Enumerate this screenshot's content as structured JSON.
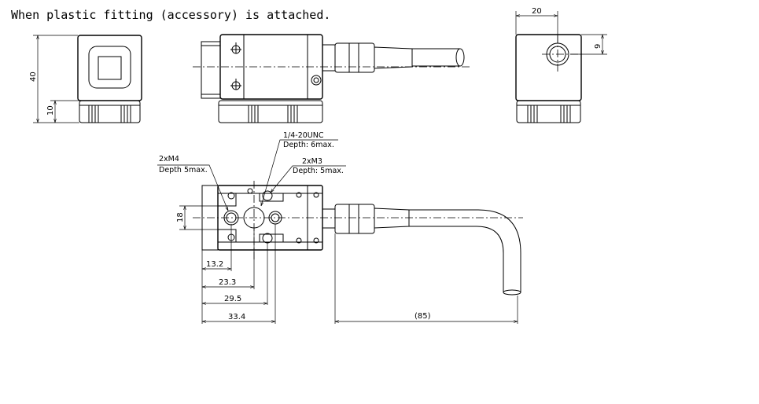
{
  "caption": "When plastic fitting (accessory) is attached.",
  "dims": {
    "height_40": "40",
    "height_10": "10",
    "width_20": "20",
    "offset_9": "9",
    "spacing_18": "18",
    "d13_2": "13.2",
    "d23_3": "23.3",
    "d29_5": "29.5",
    "d33_4": "33.4",
    "cable_85": "(85)"
  },
  "notes": {
    "m4_line1": "2xM4",
    "m4_line2": "Depth 5max.",
    "unc_line1": "1/4-20UNC",
    "unc_line2": "Depth: 6max.",
    "m3_line1": "2xM3",
    "m3_line2": "Depth: 5max."
  }
}
